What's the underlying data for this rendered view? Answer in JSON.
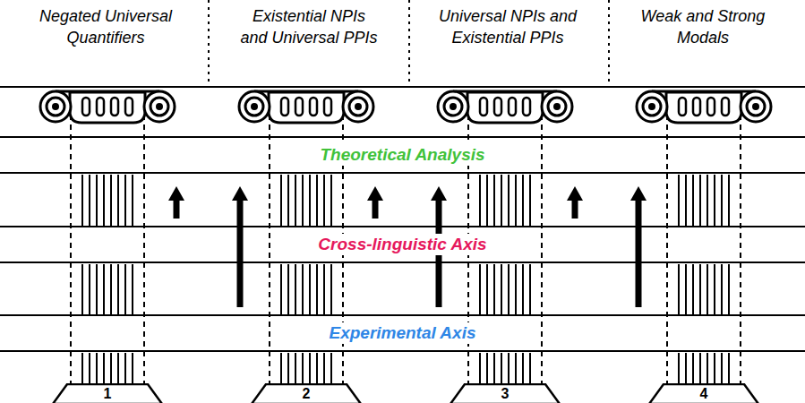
{
  "diagram": {
    "nodes": [
      {
        "text": [
          "Theoretical Analysis"
        ]
      },
      {
        "text": [
          "Cross-linguistic Axis"
        ]
      },
      {
        "text": [
          "Experimental Axis"
        ]
      },
      {
        "text": [
          "1"
        ]
      },
      {
        "text": [
          "2"
        ]
      },
      {
        "text": [
          "3"
        ]
      },
      {
        "text": [
          "4"
        ]
      }
    ],
    "edges": [
      {
        "from": 1,
        "to": 0,
        "arrow": "to"
      },
      {
        "from": 2,
        "to": 0,
        "arrow": "to"
      },
      {
        "from": 1,
        "to": 0,
        "arrow": "to"
      },
      {
        "from": 2,
        "to": 0,
        "arrow": "to"
      },
      {
        "from": 1,
        "to": 0,
        "arrow": "to"
      },
      {
        "from": 2,
        "to": 0,
        "arrow": "to"
      }
    ],
    "labels": [
      "Negated Universal Quantifiers",
      "Existential NPIs and Universal PPIs",
      "Universal NPIs and Existential PPIs",
      "Weak and Strong Modals"
    ]
  }
}
